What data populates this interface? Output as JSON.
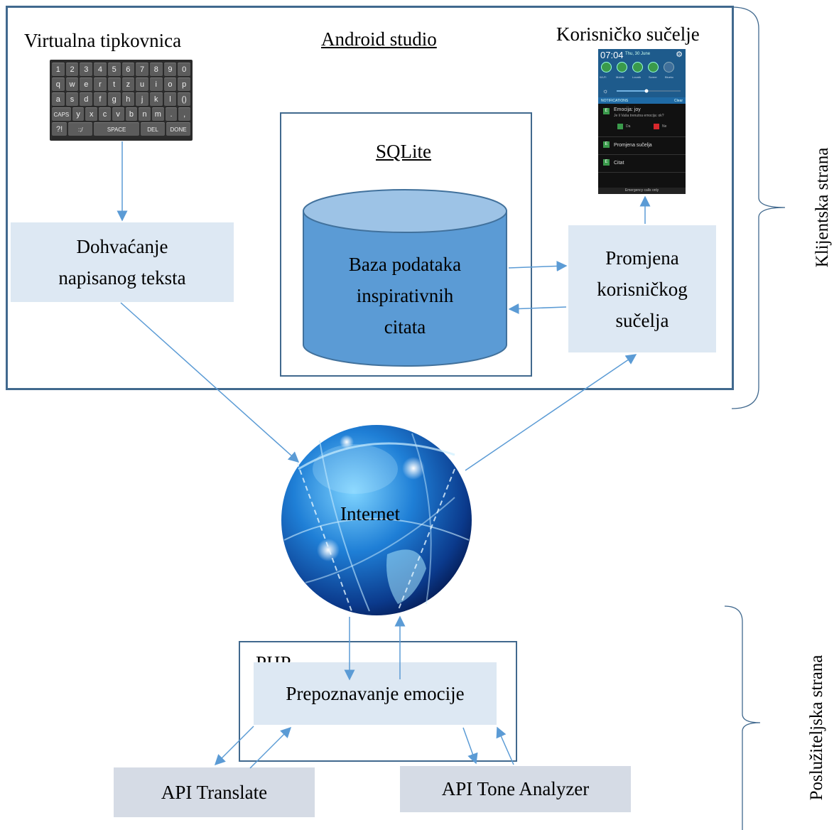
{
  "client": {
    "keyboard_label": "Virtualna tipkovnica",
    "android_label": "Android studio",
    "ui_label": "Korisničko sučelje",
    "sqlite_label": "SQLite",
    "fetch_line1": "Dohvaćanje",
    "fetch_line2": "napisanog teksta",
    "db_line1": "Baza podataka",
    "db_line2": "inspirativnih",
    "db_line3": "citata",
    "change_line1": "Promjena",
    "change_line2": "korisničkog",
    "change_line3": "sučelja",
    "side_label": "Klijentska strana"
  },
  "internet_label": "Internet",
  "server": {
    "php_label": "PHP",
    "recognize_label": "Prepoznavanje emocije",
    "api_translate": "API Translate",
    "api_tone": "API Tone Analyzer",
    "side_label": "Poslužiteljska strana"
  },
  "keyboard": {
    "rows": [
      [
        "1",
        "2",
        "3",
        "4",
        "5",
        "6",
        "7",
        "8",
        "9",
        "0"
      ],
      [
        "q",
        "w",
        "e",
        "r",
        "t",
        "z",
        "u",
        "i",
        "o",
        "p"
      ],
      [
        "a",
        "s",
        "d",
        "f",
        "g",
        "h",
        "j",
        "k",
        "l",
        "()"
      ],
      [
        "CAPS",
        "y",
        "x",
        "c",
        "v",
        "b",
        "n",
        "m",
        ".",
        ","
      ]
    ],
    "last_row": [
      "?!",
      ":;/",
      "SPACE",
      "DEL",
      "DONE"
    ]
  },
  "phone": {
    "time": "07:04",
    "date": "Thu, 30 June",
    "icon_labels": [
      "Wi-Fi",
      "Mobile data",
      "Location",
      "Screen rotation",
      "Bluetooth"
    ],
    "notifications_label": "NOTIFICATIONS",
    "clear_label": "Clear",
    "item1_title": "Emocija: joy",
    "item1_sub": "Je li Vaša trenutna emocija: ok?",
    "yes": "Da",
    "no": "Ne",
    "item2_title": "Promjena sučelja",
    "item3_title": "Citat",
    "bottom": "Emergency calls only"
  },
  "colors": {
    "frame": "#41698e",
    "light_box": "#dde8f3",
    "api_box": "#d5dbe5",
    "cylinder": "#5b9bd5",
    "cylinder_top": "#9dc3e6",
    "arrow": "#5b9bd5"
  }
}
